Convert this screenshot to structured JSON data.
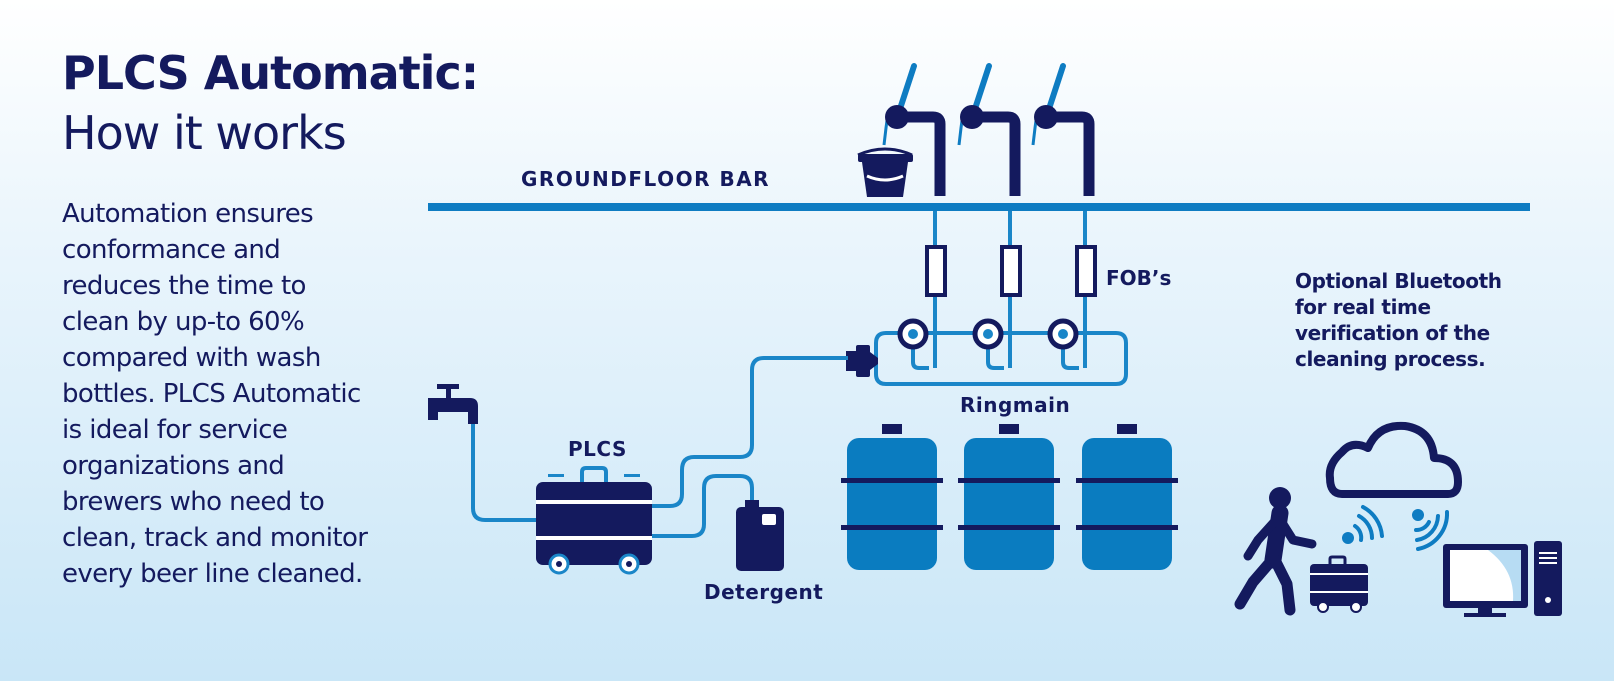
{
  "title": {
    "bold": "PLCS Automatic:",
    "light": "How it works"
  },
  "description_lines": [
    "Automation ensures",
    "conformance and",
    "reduces the time to",
    "clean by up-to 60%",
    "compared with wash",
    "bottles. PLCS Automatic",
    "is ideal for service",
    "organizations and",
    "brewers who need to",
    "clean, track and monitor",
    "every beer line cleaned."
  ],
  "diagram": {
    "bar_label": "GROUNDFLOOR BAR",
    "fobs_label": "FOB’s",
    "ringmain_label": "Ringmain",
    "plcs_label": "PLCS",
    "detergent_label": "Detergent",
    "bluetooth_note_lines": [
      "Optional Bluetooth",
      "for real time",
      "verification of the",
      "cleaning process."
    ]
  },
  "colors": {
    "navy": "#141a5e",
    "blue": "#0e7cc2",
    "keg_blue": "#0a7cc0",
    "pipe_blue": "#1a86c8"
  },
  "icons": [
    "tap-icon",
    "bucket-icon",
    "beer-tap-icon",
    "plcs-unit-icon",
    "detergent-container-icon",
    "keg-icon",
    "person-walking-icon",
    "cloud-icon",
    "wifi-signal-icon",
    "computer-icon"
  ]
}
